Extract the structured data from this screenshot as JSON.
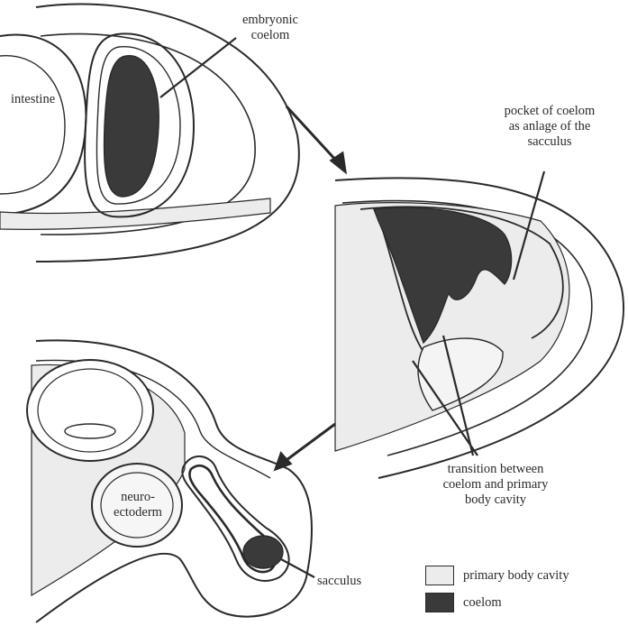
{
  "labels": {
    "embryonic_coelom": "embryonic\ncoelom",
    "intestine": "intestine",
    "pocket_of_coelom": "pocket of coelom\nas anlage of the\nsacculus",
    "transition": "transition between\ncoelom and primary\nbody cavity",
    "neuroectoderm": "neuro-\nectoderm",
    "sacculus": "sacculus"
  },
  "legend": [
    {
      "label": "primary body cavity",
      "color": "#ececec"
    },
    {
      "label": "coelom",
      "color": "#3a3a3a"
    }
  ]
}
